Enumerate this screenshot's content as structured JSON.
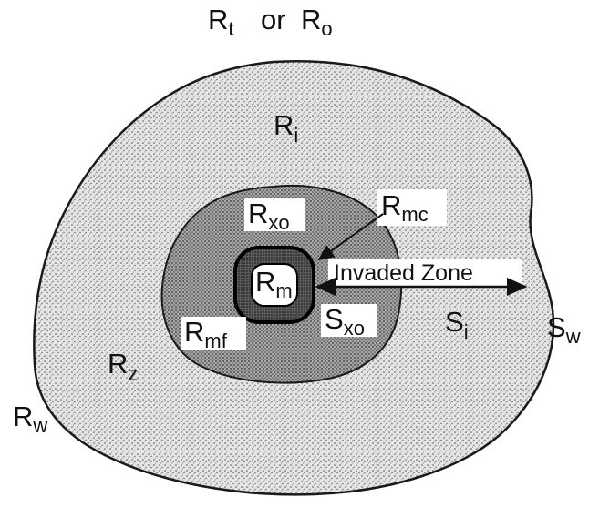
{
  "labels": {
    "rt": {
      "main": "R",
      "sub": "t"
    },
    "or": "or",
    "ro": {
      "main": "R",
      "sub": "o"
    },
    "ri": {
      "main": "R",
      "sub": "i"
    },
    "rxo": {
      "main": "R",
      "sub": "xo"
    },
    "rmc": {
      "main": "R",
      "sub": "mc"
    },
    "rm": {
      "main": "R",
      "sub": "m"
    },
    "rmf": {
      "main": "R",
      "sub": "mf"
    },
    "sxo": {
      "main": "S",
      "sub": "xo"
    },
    "si": {
      "main": "S",
      "sub": "i"
    },
    "sw": {
      "main": "S",
      "sub": "w"
    },
    "rz": {
      "main": "R",
      "sub": "z"
    },
    "rw": {
      "main": "R",
      "sub": "w"
    }
  },
  "invaded_zone": "Invaded Zone",
  "colors": {
    "uninvaded_fill": "#dcdcdc",
    "invaded_fill": "#9a9a9a",
    "mudcake_fill": "#6e6e6e",
    "borehole_fill": "#ffffff",
    "outline": "#1a1a1a"
  }
}
